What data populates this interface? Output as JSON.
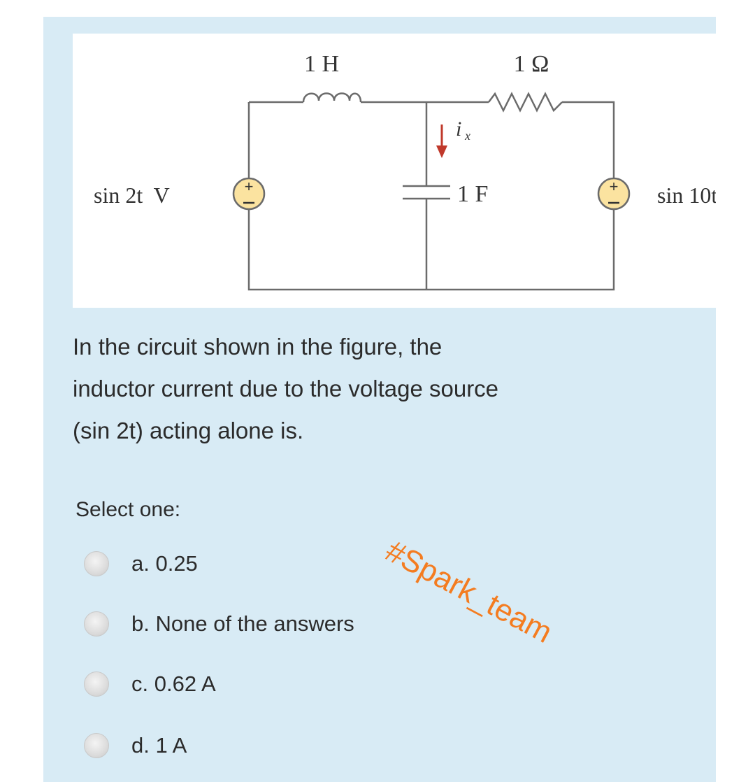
{
  "figure": {
    "inductor_label": "1 H",
    "resistor_label": "1 Ω",
    "current_label": "i",
    "current_subscript": "x",
    "capacitor_label": "1 F",
    "left_source_label": "sin 2t  V",
    "right_source_label": "sin 10t"
  },
  "question": {
    "lines": [
      "In the circuit shown in the figure, the",
      "inductor  current due to the voltage source",
      "(sin 2t) acting alone is."
    ]
  },
  "select_label": "Select one:",
  "options": [
    {
      "label": "a. 0.25"
    },
    {
      "label": "b. None of the answers"
    },
    {
      "label": "c. 0.62 A"
    },
    {
      "label": "d. 1 A"
    }
  ],
  "watermark": "#Spark_team",
  "colors": {
    "card_bg": "#d8ebf5",
    "wire": "#6b6b6b",
    "source_fill": "#fbe3a0",
    "arrow": "#c0392b",
    "watermark": "#f47c20"
  }
}
